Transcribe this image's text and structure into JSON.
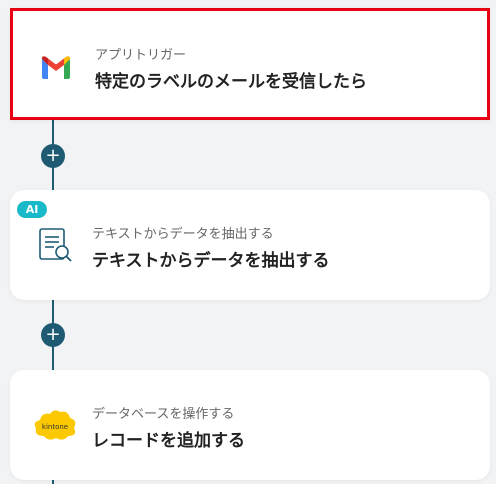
{
  "steps": [
    {
      "type_label": "アプリトリガー",
      "title": "特定のラベルのメールを受信したら",
      "icon": "gmail-icon"
    },
    {
      "badge": "AI",
      "type_label": "テキストからデータを抽出する",
      "title": "テキストからデータを抽出する",
      "icon": "document-search-icon"
    },
    {
      "type_label": "データベースを操作する",
      "title": "レコードを追加する",
      "icon": "kintone-icon",
      "icon_text": "kintone"
    }
  ],
  "add_button": "+",
  "colors": {
    "accent": "#1e5b73",
    "selection": "#e60012",
    "ai_badge": "#18b9c9"
  }
}
